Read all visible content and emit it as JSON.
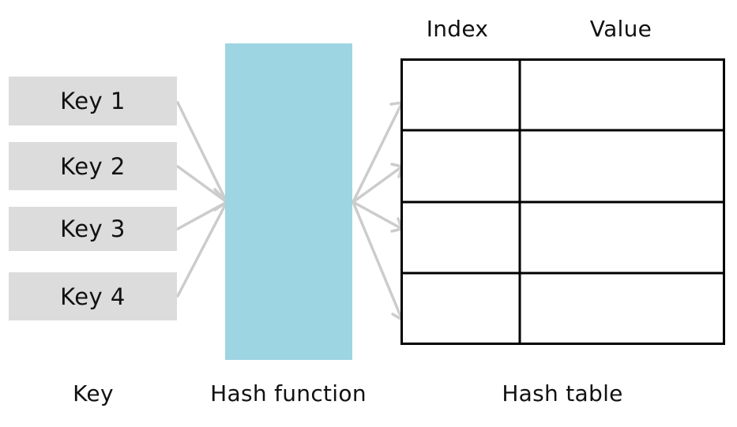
{
  "keys": [
    "Key 1",
    "Key 2",
    "Key 3",
    "Key 4"
  ],
  "labels": {
    "key": "Key",
    "hash_function": "Hash function",
    "hash_table": "Hash table"
  },
  "table": {
    "headers": [
      "Index",
      "Value"
    ],
    "rows": 4
  },
  "colors": {
    "key_box": "#dcdcdc",
    "hash_function": "#9dd5e2",
    "arrow": "#cccccc",
    "table_border": "#000000"
  }
}
